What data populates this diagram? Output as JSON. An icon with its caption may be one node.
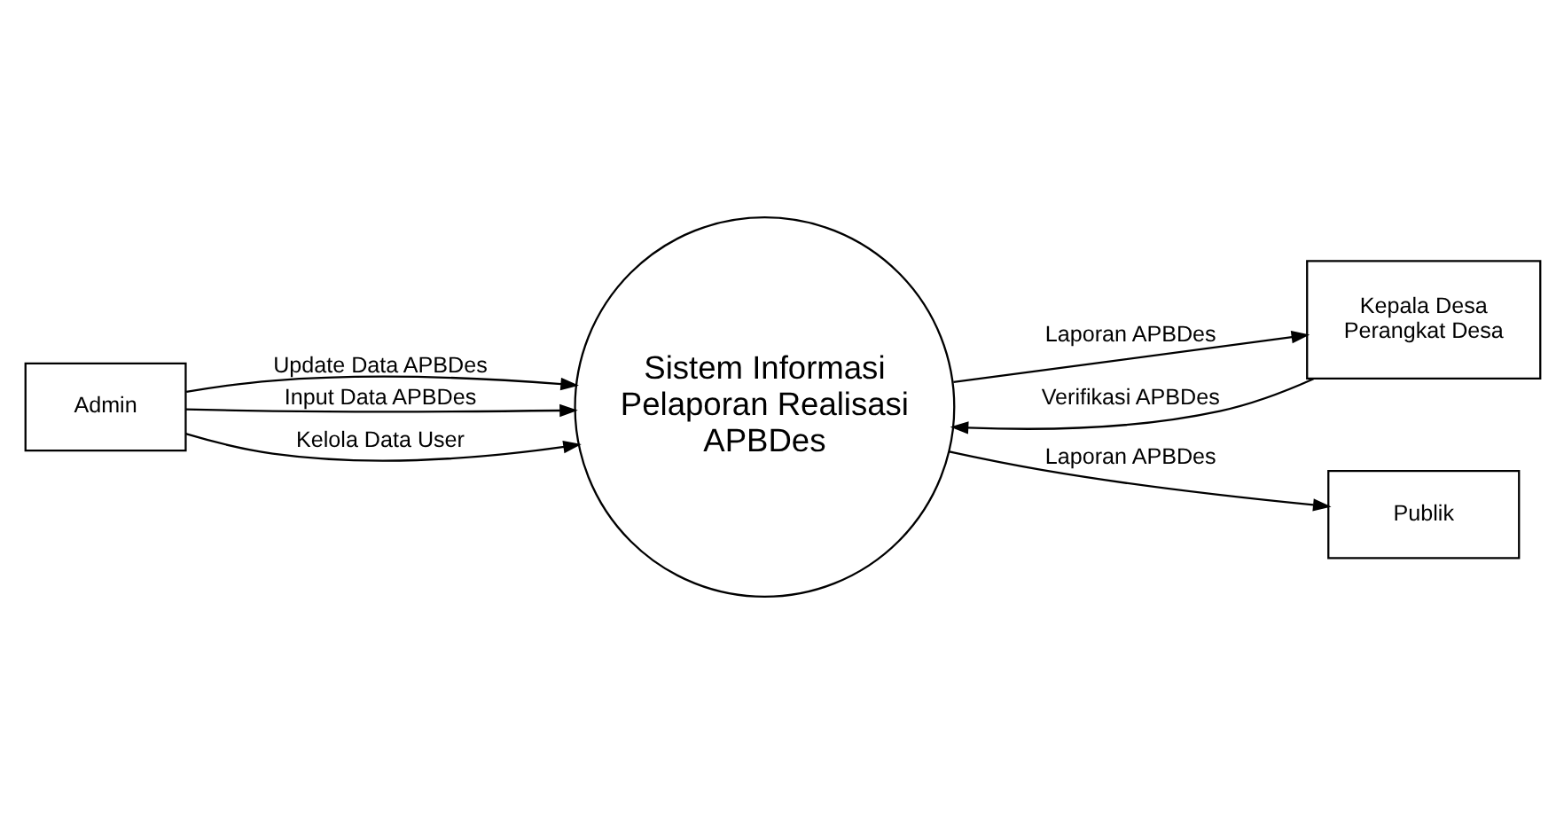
{
  "diagram": {
    "nodes": [
      {
        "text": [
          "Admin"
        ]
      },
      {
        "text": [
          "Sistem Informasi Pelaporan Realisasi APBDes"
        ]
      },
      {
        "text": [
          "Kepala Desa Perangkat Desa"
        ]
      },
      {
        "text": [
          "Publik"
        ]
      }
    ],
    "edges": [
      {
        "from": 0,
        "to": 1,
        "arrow": "to",
        "label": "Update Data APBDes"
      },
      {
        "from": 0,
        "to": 1,
        "arrow": "to",
        "label": "Input Data APBDes"
      },
      {
        "from": 0,
        "to": 1,
        "arrow": "to",
        "label": "Kelola Data User"
      },
      {
        "from": 1,
        "to": 2,
        "arrow": "to",
        "label": "Laporan APBDes"
      },
      {
        "from": 2,
        "to": 1,
        "arrow": "to",
        "label": "Verifikasi APBDes"
      },
      {
        "from": 1,
        "to": 3,
        "arrow": "to",
        "label": "Laporan APBDes"
      }
    ]
  }
}
